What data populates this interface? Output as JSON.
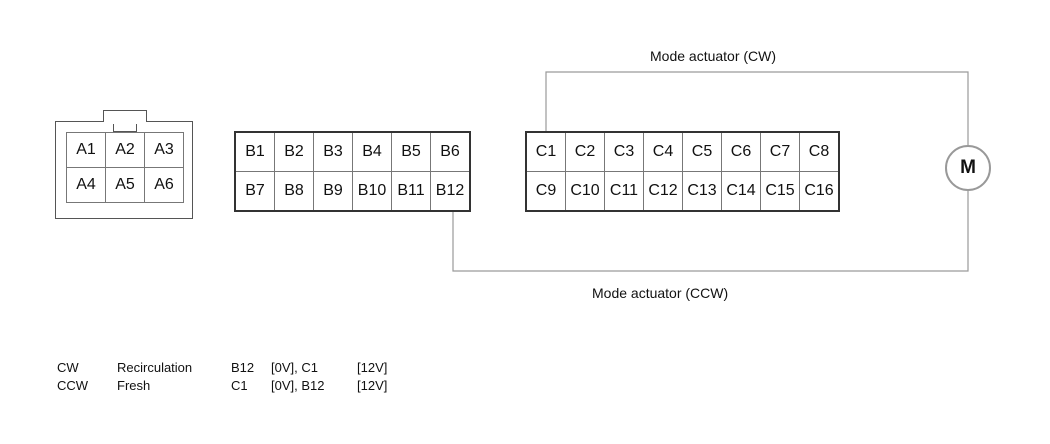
{
  "labels": {
    "cw": "Mode actuator (CW)",
    "ccw": "Mode actuator (CCW)"
  },
  "motor": "M",
  "connector_a": [
    [
      "A1",
      "A2",
      "A3"
    ],
    [
      "A4",
      "A5",
      "A6"
    ]
  ],
  "connector_b": [
    [
      "B1",
      "B2",
      "B3",
      "B4",
      "B5",
      "B6"
    ],
    [
      "B7",
      "B8",
      "B9",
      "B10",
      "B11",
      "B12"
    ]
  ],
  "connector_c": [
    [
      "C1",
      "C2",
      "C3",
      "C4",
      "C5",
      "C6",
      "C7",
      "C8"
    ],
    [
      "C9",
      "C10",
      "C11",
      "C12",
      "C13",
      "C14",
      "C15",
      "C16"
    ]
  ],
  "legend": [
    {
      "dir": "CW",
      "mode": "Recirculation",
      "pin1": "B12",
      "v1": "[0V], C1",
      "v2": "[12V]"
    },
    {
      "dir": "CCW",
      "mode": "Fresh",
      "pin1": "C1",
      "v1": "[0V], B12",
      "v2": "[12V]"
    }
  ],
  "colors": {
    "wire": "#9a9a9a",
    "border": "#333333"
  }
}
